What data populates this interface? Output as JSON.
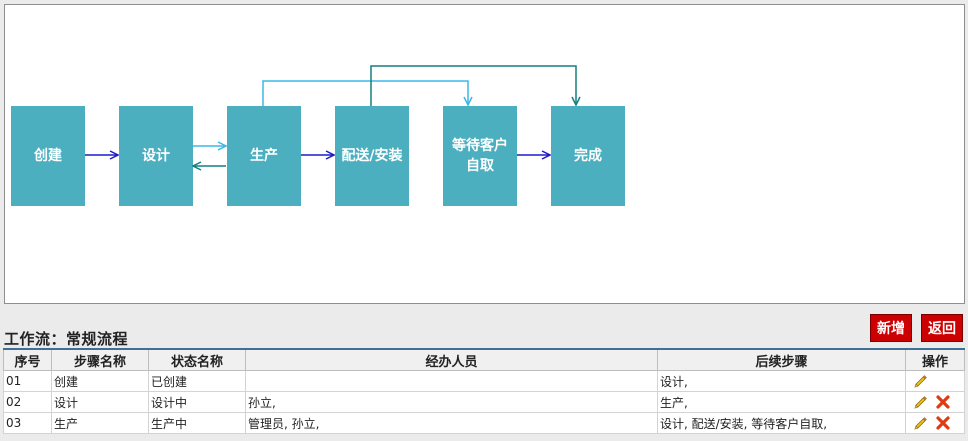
{
  "flow": {
    "nodes": [
      {
        "id": "create",
        "label": "创建"
      },
      {
        "id": "design",
        "label": "设计"
      },
      {
        "id": "produce",
        "label": "生产"
      },
      {
        "id": "deliver",
        "label": "配送/安装"
      },
      {
        "id": "wait",
        "label": "等待客户自取"
      },
      {
        "id": "done",
        "label": "完成"
      }
    ]
  },
  "workflow": {
    "title": "工作流：常规流程"
  },
  "buttons": {
    "new": "新增",
    "back": "返回"
  },
  "table": {
    "headers": [
      "序号",
      "步骤名称",
      "状态名称",
      "经办人员",
      "后续步骤",
      "操作"
    ],
    "rows": [
      {
        "no": "01",
        "step": "创建",
        "status": "已创建",
        "staff": "",
        "next": "设计,",
        "deletable": false
      },
      {
        "no": "02",
        "step": "设计",
        "status": "设计中",
        "staff": "孙立,",
        "next": "生产,",
        "deletable": true
      },
      {
        "no": "03",
        "step": "生产",
        "status": "生产中",
        "staff": "管理员, 孙立,",
        "next": "设计, 配送/安装, 等待客户自取,",
        "deletable": true
      }
    ]
  },
  "colors": {
    "node": "#4cafc0",
    "arrow_dark": "#1c1cc8",
    "arrow_light": "#3bb8e6",
    "arrow_teal": "#138080",
    "button": "#cc0000"
  }
}
